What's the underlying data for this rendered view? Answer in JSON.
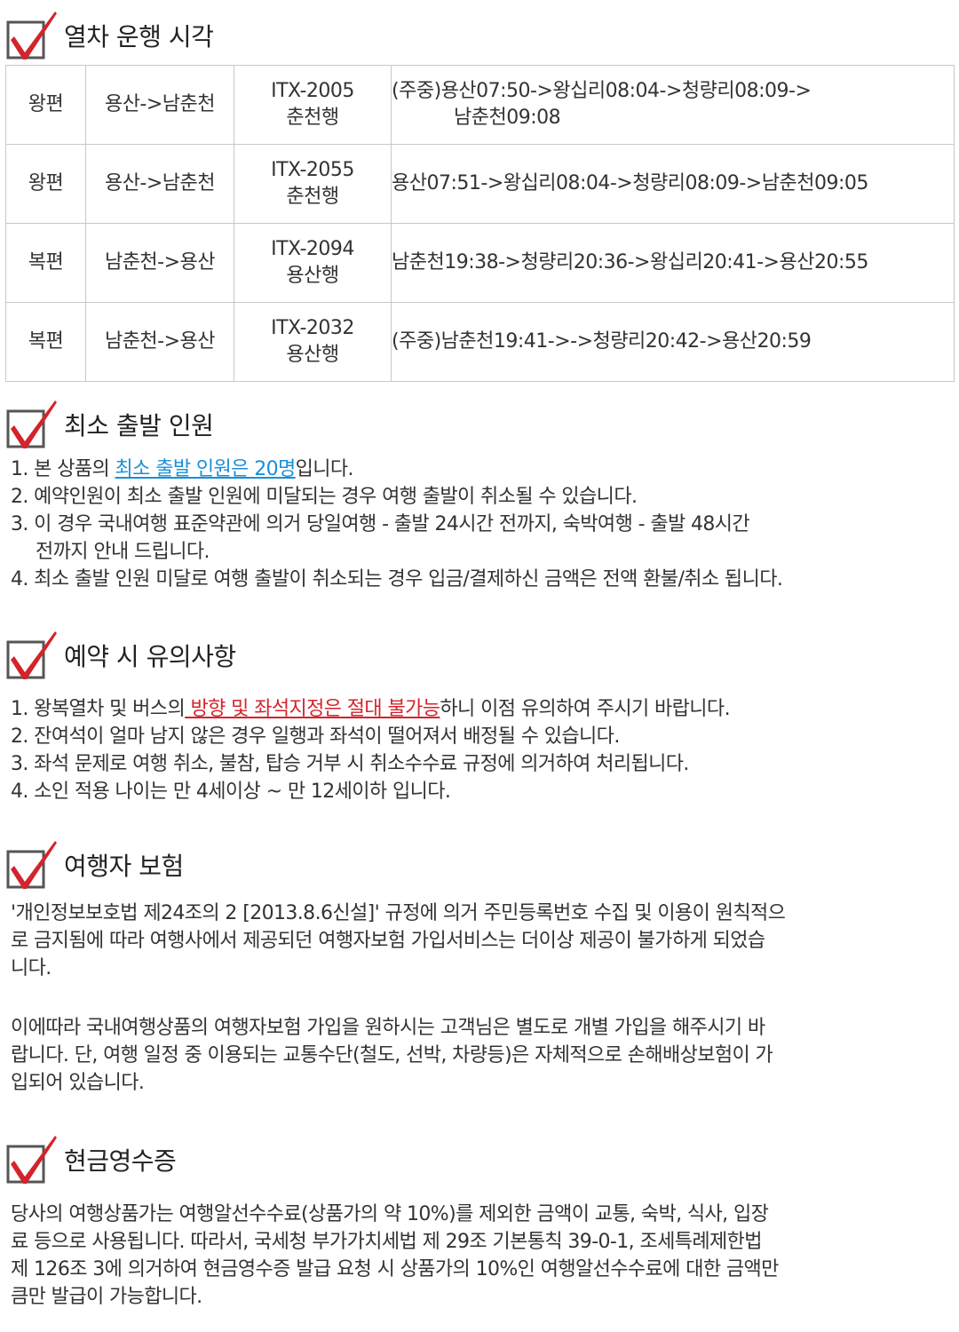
{
  "colors": {
    "check_red": "#d3242c",
    "check_border": "#555555",
    "link_blue": "#1a8fd8",
    "highlight_red": "#d3242c",
    "table_border": "#c8c8c8"
  },
  "sections": {
    "schedule": {
      "title": "열차 운행 시각",
      "icon": "checkbox-check-icon"
    },
    "min_people": {
      "title": "최소 출발 인원",
      "icon": "checkbox-check-icon"
    },
    "caution": {
      "title": "예약 시 유의사항",
      "icon": "checkbox-check-icon"
    },
    "insurance": {
      "title": "여행자 보험",
      "icon": "checkbox-check-icon"
    },
    "receipt": {
      "title": "현금영수증",
      "icon": "checkbox-check-icon"
    }
  },
  "schedule_rows": [
    {
      "direction": "왕편",
      "route": "용산->남춘천",
      "train": "ITX-2005",
      "dest": "춘천행",
      "times_line1": "(주중)용산07:50->왕십리08:04->청량리08:09->",
      "times_line2": "남춘천09:08"
    },
    {
      "direction": "왕편",
      "route": "용산->남춘천",
      "train": "ITX-2055",
      "dest": "춘천행",
      "times_line1": "용산07:51->왕십리08:04->청량리08:09->남춘천09:05",
      "times_line2": ""
    },
    {
      "direction": "복편",
      "route": "남춘천->용산",
      "train": "ITX-2094",
      "dest": "용산행",
      "times_line1": "남춘천19:38->청량리20:36->왕십리20:41->용산20:55",
      "times_line2": ""
    },
    {
      "direction": "복편",
      "route": "남춘천->용산",
      "train": "ITX-2032",
      "dest": "용산행",
      "times_line1": "(주중)남춘천19:41->->청량리20:42->용산20:59",
      "times_line2": ""
    }
  ],
  "min_people_list": {
    "item1_pre": "1. 본 상품의 ",
    "item1_highlight": "최소 출발 인원은 20명",
    "item1_post": "입니다.",
    "item2": "2. 예약인원이 최소 출발 인원에 미달되는 경우 여행 출발이 취소될 수 있습니다.",
    "item3_line1": "3. 이 경우 국내여행 표준약관에 의거 당일여행 - 출발 24시간 전까지, 숙박여행 - 출발 48시간",
    "item3_line2": "전까지 안내 드립니다.",
    "item4": "4. 최소 출발 인원 미달로 여행 출발이 취소되는 경우 입금/결제하신 금액은 전액 환불/취소 됩니다."
  },
  "caution_list": {
    "item1_pre": "1. 왕복열차 및 버스의",
    "item1_highlight": " 방향 및 좌석지정은 절대 불가능",
    "item1_post": "하니 이점 유의하여 주시기 바랍니다.",
    "item2": "2. 잔여석이 얼마 남지 않은 경우 일행과 좌석이 떨어져서 배정될 수 있습니다.",
    "item3": "3. 좌석 문제로 여행 취소, 불참, 탑승 거부 시 취소수수료 규정에 의거하여 처리됩니다.",
    "item4": "4. 소인 적용 나이는 만 4세이상 ~ 만 12세이하 입니다."
  },
  "insurance_text": {
    "p1_line1": "'개인정보보호법 제24조의 2 [2013.8.6신설]' 규정에 의거 주민등록번호 수집 및 이용이 원칙적으",
    "p1_line2": "로 금지됨에 따라 여행사에서 제공되던 여행자보험 가입서비스는 더이상 제공이 불가하게 되었습",
    "p1_line3": "니다.",
    "p2_line1": "이에따라 국내여행상품의 여행자보험 가입을 원하시는 고객님은 별도로 개별 가입을 해주시기 바",
    "p2_line2": "랍니다. 단, 여행 일정 중 이용되는 교통수단(철도, 선박, 차량등)은 자체적으로 손해배상보험이 가",
    "p2_line3": "입되어 있습니다."
  },
  "receipt_text": {
    "line1": "당사의 여행상품가는 여행알선수수료(상품가의 약 10%)를 제외한 금액이 교통, 숙박, 식사, 입장",
    "line2": "료 등으로 사용됩니다. 따라서, 국세청 부가가치세법 제 29조 기본통칙 39-0-1, 조세특례제한법",
    "line3": "제 126조 3에 의거하여 현금영수증 발급 요청 시 상품가의 10%인 여행알선수수료에 대한 금액만",
    "line4": "큼만 발급이 가능합니다."
  }
}
